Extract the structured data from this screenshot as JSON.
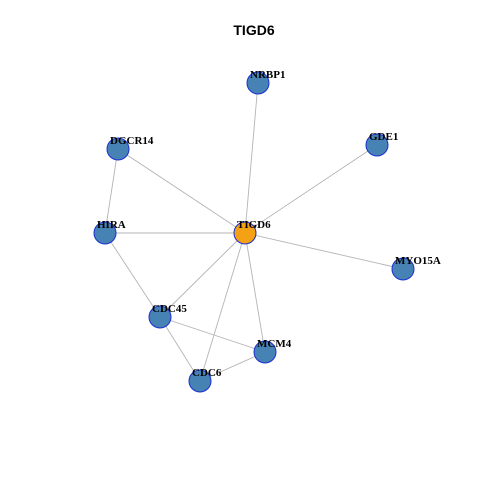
{
  "title": "TIGD6",
  "colors": {
    "center_node": "#f5a116",
    "neighbor_node": "#4682b4",
    "node_border": "#1c2fd1",
    "edge": "#b4b4b4"
  },
  "nodes": [
    {
      "id": "TIGD6",
      "label": "TIGD6",
      "type": "center"
    },
    {
      "id": "NRBP1",
      "label": "NRBP1",
      "type": "neighbor"
    },
    {
      "id": "DGCR14",
      "label": "DGCR14",
      "type": "neighbor"
    },
    {
      "id": "GDE1",
      "label": "GDE1",
      "type": "neighbor"
    },
    {
      "id": "HIRA",
      "label": "HIRA",
      "type": "neighbor"
    },
    {
      "id": "MYO15A",
      "label": "MYO15A",
      "type": "neighbor"
    },
    {
      "id": "CDC45",
      "label": "CDC45",
      "type": "neighbor"
    },
    {
      "id": "MCM4",
      "label": "MCM4",
      "type": "neighbor"
    },
    {
      "id": "CDC6",
      "label": "CDC6",
      "type": "neighbor"
    }
  ],
  "edges": [
    [
      "TIGD6",
      "NRBP1"
    ],
    [
      "TIGD6",
      "DGCR14"
    ],
    [
      "TIGD6",
      "GDE1"
    ],
    [
      "TIGD6",
      "HIRA"
    ],
    [
      "TIGD6",
      "MYO15A"
    ],
    [
      "TIGD6",
      "CDC45"
    ],
    [
      "TIGD6",
      "MCM4"
    ],
    [
      "TIGD6",
      "CDC6"
    ],
    [
      "DGCR14",
      "HIRA"
    ],
    [
      "HIRA",
      "CDC45"
    ],
    [
      "CDC45",
      "MCM4"
    ],
    [
      "CDC45",
      "CDC6"
    ],
    [
      "MCM4",
      "CDC6"
    ]
  ]
}
